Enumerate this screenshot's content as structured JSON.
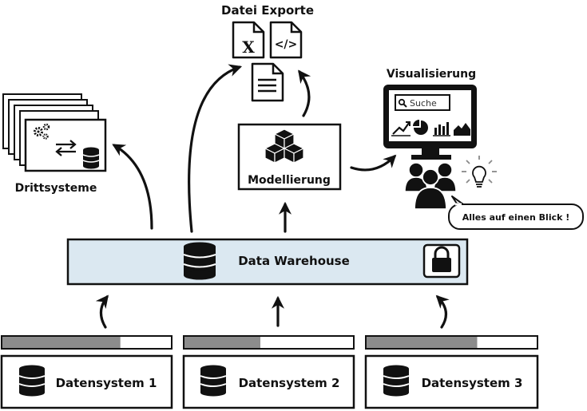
{
  "colors": {
    "stroke": "#111111",
    "warehouse_fill": "#dbe8f1",
    "progress_fill": "#8c8c8c",
    "background": "#ffffff"
  },
  "exports": {
    "title": "Datei Exporte",
    "icons": [
      "xls-file-icon",
      "code-file-icon",
      "text-file-icon"
    ],
    "xls_glyph": "X",
    "code_glyph": "</>"
  },
  "visualization": {
    "title": "Visualisierung",
    "search_placeholder": "Suche",
    "icons": [
      "monitor-icon",
      "search-icon",
      "line-chart-icon",
      "pie-chart-icon",
      "bar-chart-icon",
      "area-chart-icon",
      "users-icon",
      "lightbulb-icon"
    ],
    "speech_bubble": "Alles auf einen Blick !"
  },
  "modeling": {
    "label": "Modellierung",
    "icon": "cubes-icon"
  },
  "third_party": {
    "label": "Drittsysteme",
    "icons": [
      "gears-icon",
      "exchange-arrows-icon",
      "database-icon"
    ]
  },
  "warehouse": {
    "label": "Data Warehouse",
    "icons": [
      "database-icon",
      "lock-icon"
    ]
  },
  "sources": [
    {
      "label": "Datensystem 1",
      "progress": 0.7
    },
    {
      "label": "Datensystem 2",
      "progress": 0.45
    },
    {
      "label": "Datensystem 3",
      "progress": 0.65
    }
  ]
}
